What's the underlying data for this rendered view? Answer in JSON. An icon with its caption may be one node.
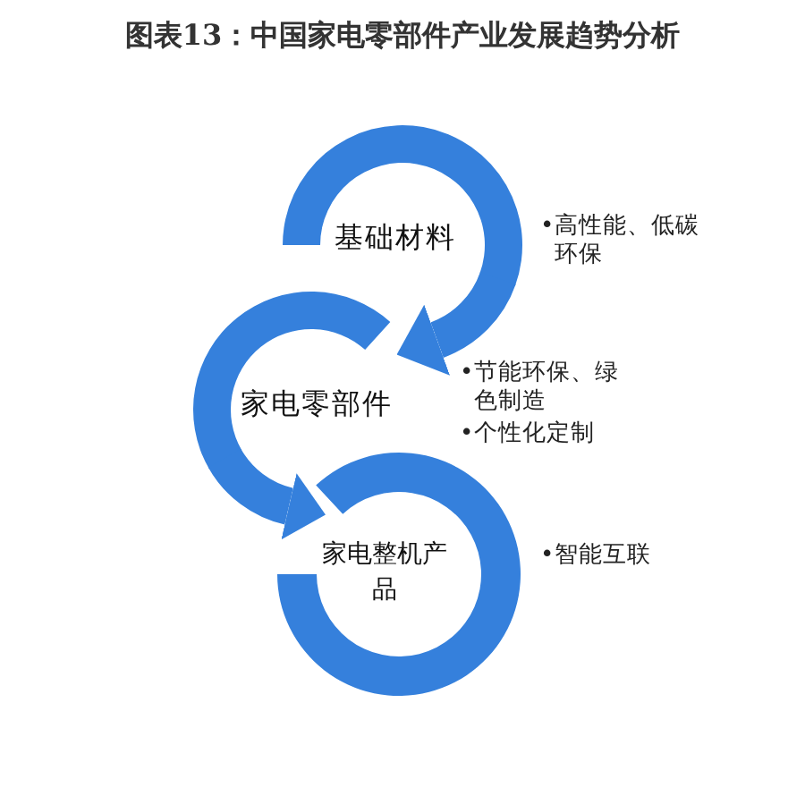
{
  "diagram": {
    "title": "图表13：中国家电零部件产业发展趋势分析",
    "nodes": [
      {
        "text": [
          "基础材料"
        ],
        "beside": [
          "•高性能、低碳环保"
        ]
      },
      {
        "text": [
          "家电零部件"
        ],
        "beside": [
          "•节能环保、绿色制造",
          "•个性化定制"
        ]
      },
      {
        "text": [
          "家电整机产品"
        ],
        "beside": [
          "•智能互联"
        ]
      }
    ],
    "edges": [
      {
        "from": 0,
        "to": 1,
        "arrow": "to"
      },
      {
        "from": 1,
        "to": 2,
        "arrow": "to"
      }
    ]
  }
}
